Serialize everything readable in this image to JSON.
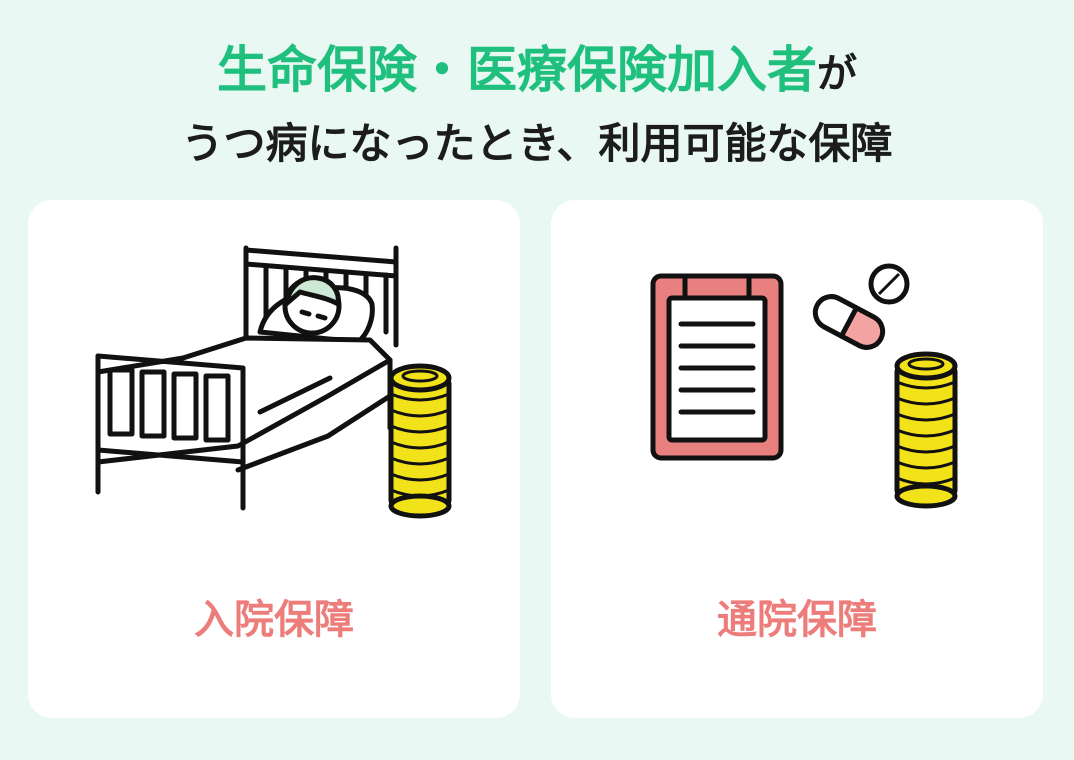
{
  "header": {
    "title_highlight": "生命保険・医療保険加入者",
    "title_rest": "が",
    "subtitle": "うつ病になったとき、利用可能な保障"
  },
  "cards": [
    {
      "label": "入院保障",
      "illustration": "hospital-bed-patient-with-coins"
    },
    {
      "label": "通院保障",
      "illustration": "clipboard-pill-coins"
    }
  ],
  "colors": {
    "background": "#e9f8f2",
    "accent_green": "#1fbf7e",
    "label_pink": "#ec7d7a",
    "clipboard_red": "#e98080",
    "coin_yellow": "#f2e21a",
    "capsule_pink": "#f4a3a3"
  }
}
